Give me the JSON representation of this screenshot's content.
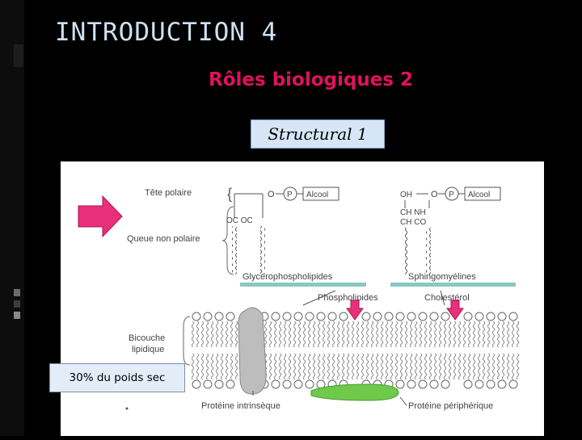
{
  "slide": {
    "title": "INTRODUCTION 4",
    "subtitle": "Rôles biologiques 2",
    "structural_label": "Structural 1",
    "callout": "30% du poids sec"
  },
  "diagram": {
    "tete_polaire": "Tête polaire",
    "queue_non_polaire": "Queue non polaire",
    "alcool_1": "Alcool",
    "alcool_2": "Alcool",
    "p_1": "P",
    "p_2": "P",
    "o_1": "O",
    "o_2": "O",
    "oh": "OH",
    "ch_nh": "CH  NH",
    "ch_co": "CH  CO",
    "oc_oc": "OC  OC",
    "glycerophospholipides": "Glycérophospholipides",
    "sphingomyelines": "Sphingomyélines",
    "phospholipides": "Phospholipides",
    "cholesterol": "Cholestérol",
    "bicouche_1": "Bicouche",
    "bicouche_2": "lipidique",
    "proteine_intrinseque": "Protéine intrinsèque",
    "proteine_peripherique": "Protéine périphérique"
  },
  "colors": {
    "title": "#cfe0f0",
    "subtitle": "#e0115f",
    "arrow_pink": "#e8307a",
    "green_protein": "#6fc94a",
    "teal_line": "#8cc7c4"
  }
}
